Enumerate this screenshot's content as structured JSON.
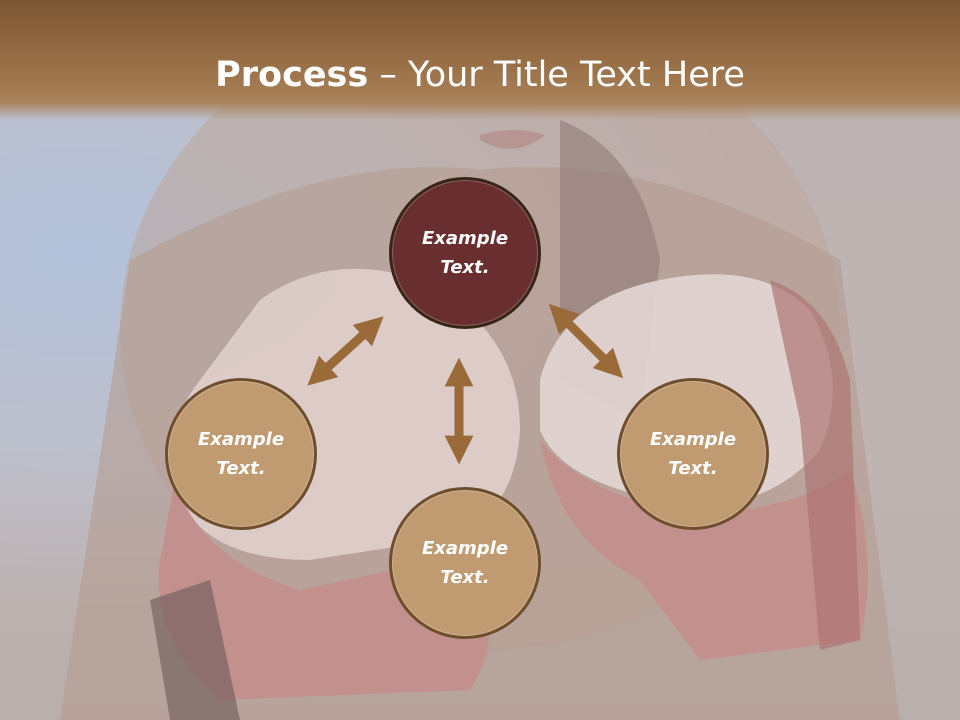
{
  "title": {
    "strong": "Process",
    "dash": " – ",
    "rest": "Your Title Text Here"
  },
  "nodes": {
    "top": {
      "text": "Example Text."
    },
    "left": {
      "text": "Example Text."
    },
    "right": {
      "text": "Example Text."
    },
    "bottom": {
      "text": "Example Text."
    }
  },
  "colors": {
    "accent_brown": "#9a6a38",
    "node_fill": "#c09b72",
    "node_dark_fill": "#692f30",
    "header": "#8c6640"
  }
}
